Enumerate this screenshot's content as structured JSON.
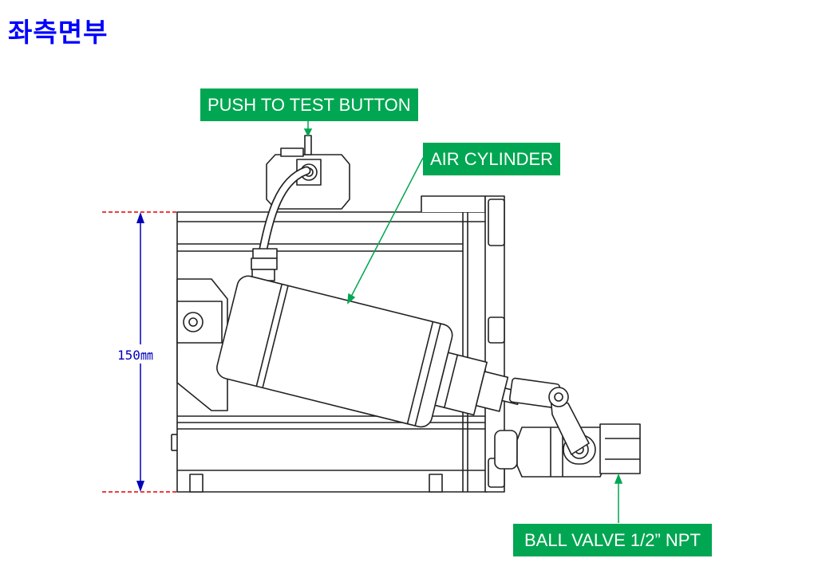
{
  "title": "좌측면부",
  "callouts": {
    "push_button": "PUSH TO TEST BUTTON",
    "air_cylinder": "AIR CYLINDER",
    "ball_valve": "BALL VALVE 1/2” NPT"
  },
  "dimension": {
    "label": "150㎜"
  },
  "colors": {
    "title": "#0000ff",
    "callout_bg": "#00a651",
    "dimension": "#0000bb",
    "dim_ext": "#e00000"
  }
}
